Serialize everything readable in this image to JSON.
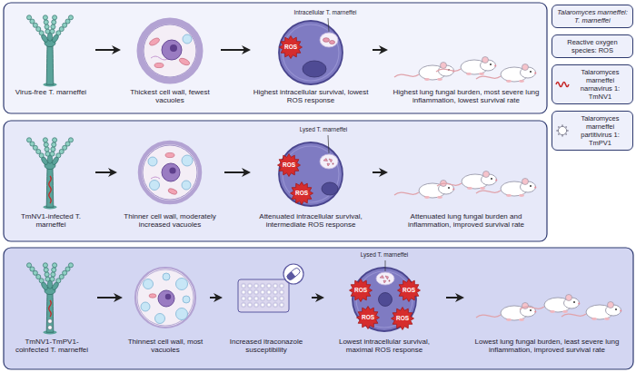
{
  "diagram": {
    "nodes": [
      {
        "text": [
          "Virus-free T. marneffei"
        ]
      },
      {
        "text": [
          "Thickest cell wall, fewest vacuoles"
        ]
      },
      {
        "text": [
          "Intracellular T. marneffei",
          "ROS",
          "Highest intracellular survival, lowest ROS response"
        ]
      },
      {
        "text": [
          "Highest lung fungal burden, most severe lung inflammation, lowest survival rate"
        ]
      },
      {
        "text": [
          "TmNV1-infected T. marneffei"
        ]
      },
      {
        "text": [
          "Thinner cell wall, moderately increased vacuoles"
        ]
      },
      {
        "text": [
          "Lysed T. marneffei",
          "ROS",
          "ROS",
          "Attenuated intracellular survival, intermediate ROS response"
        ]
      },
      {
        "text": [
          "Attenuated lung fungal burden and inflammation, improved survival rate"
        ]
      },
      {
        "text": [
          "TmNV1-TmPV1-coinfected T. marneffei"
        ]
      },
      {
        "text": [
          "Thinnest cell wall, most vacuoles"
        ]
      },
      {
        "text": [
          "Increased itraconazole susceptibility"
        ]
      },
      {
        "text": [
          "Lysed T. marneffei",
          "ROS",
          "ROS",
          "ROS",
          "ROS",
          "Lowest intracellular survival, maximal ROS response"
        ]
      },
      {
        "text": [
          "Lowest lung fungal burden, least severe lung inflammation, improved survival rate"
        ]
      },
      {
        "text": [
          "Talaromyces marneffei: T. marneffei"
        ]
      },
      {
        "text": [
          "Reactive oxygen species: ROS"
        ]
      },
      {
        "text": [
          "Talaromyces marneffei narnavirus 1: TmNV1"
        ]
      },
      {
        "text": [
          "Talaromyces marneffei partitivirus 1: TmPV1"
        ]
      }
    ],
    "edges": [
      {
        "from": 0,
        "to": 1,
        "arrow": "to"
      },
      {
        "from": 1,
        "to": 2,
        "arrow": "to"
      },
      {
        "from": 2,
        "to": 3,
        "arrow": "to"
      },
      {
        "from": 4,
        "to": 5,
        "arrow": "to"
      },
      {
        "from": 5,
        "to": 6,
        "arrow": "to"
      },
      {
        "from": 6,
        "to": 7,
        "arrow": "to"
      },
      {
        "from": 8,
        "to": 9,
        "arrow": "to"
      },
      {
        "from": 9,
        "to": 10,
        "arrow": "to"
      },
      {
        "from": 10,
        "to": 11,
        "arrow": "to"
      },
      {
        "from": 11,
        "to": 12,
        "arrow": "to"
      }
    ]
  }
}
